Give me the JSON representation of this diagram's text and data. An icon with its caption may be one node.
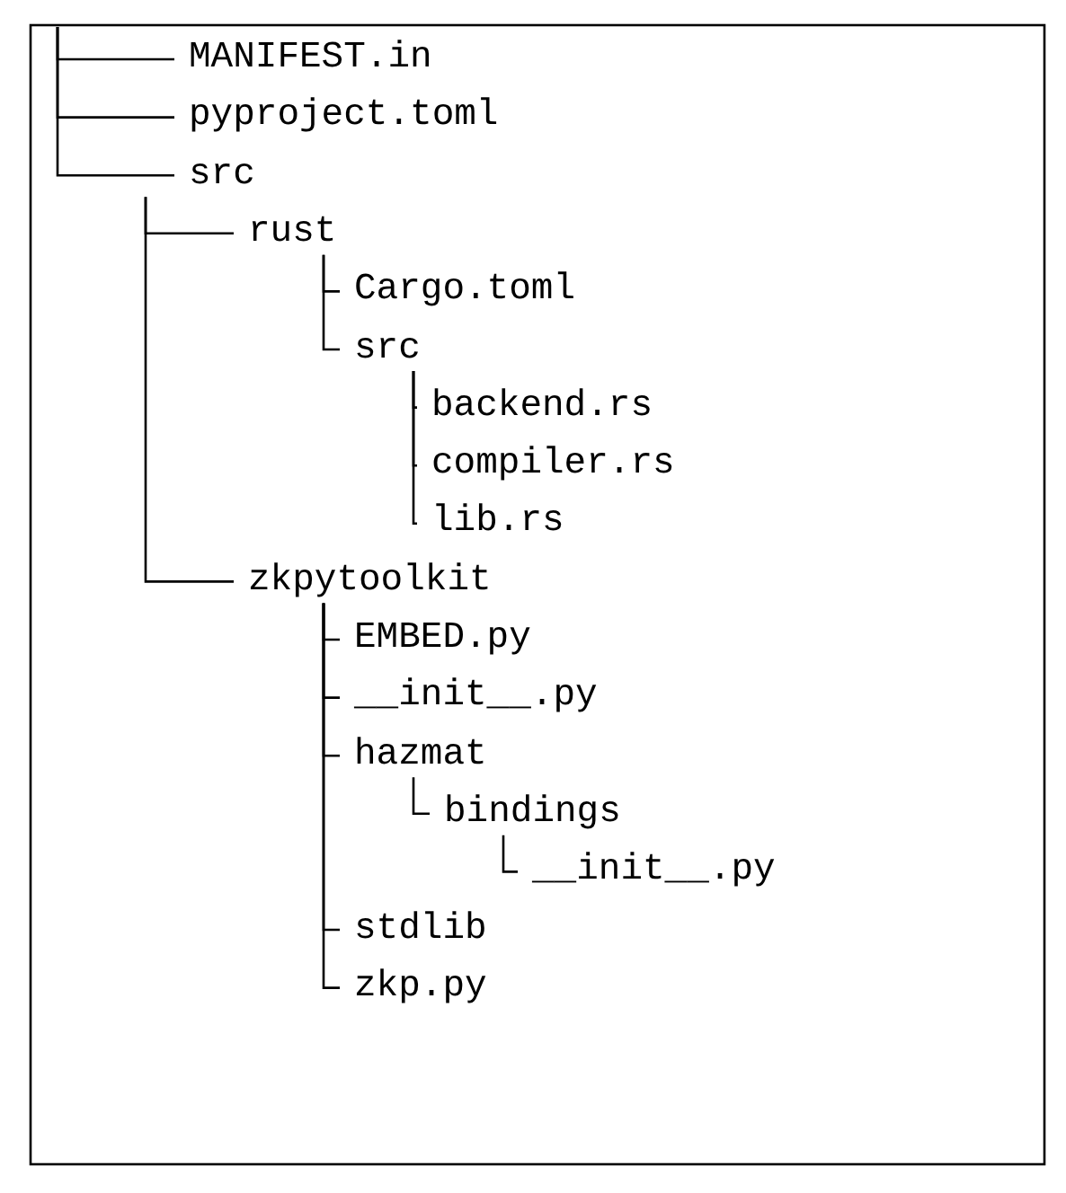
{
  "diagram": {
    "nodes": [
      {
        "text": [
          "MANIFEST.in"
        ]
      },
      {
        "text": [
          "pyproject.toml"
        ]
      },
      {
        "text": [
          "src"
        ]
      },
      {
        "text": [
          "rust"
        ]
      },
      {
        "text": [
          "Cargo.toml"
        ]
      },
      {
        "text": [
          "src"
        ]
      },
      {
        "text": [
          "backend.rs"
        ]
      },
      {
        "text": [
          "compiler.rs"
        ]
      },
      {
        "text": [
          "lib.rs"
        ]
      },
      {
        "text": [
          "zkpytoolkit"
        ]
      },
      {
        "text": [
          "EMBED.py"
        ]
      },
      {
        "text": [
          "__init__.py"
        ]
      },
      {
        "text": [
          "hazmat"
        ]
      },
      {
        "text": [
          "bindings"
        ]
      },
      {
        "text": [
          "__init__.py"
        ]
      },
      {
        "text": [
          "stdlib"
        ]
      },
      {
        "text": [
          "zkp.py"
        ]
      }
    ],
    "edges": [
      {
        "from": null,
        "to": 0,
        "arrow": "none"
      },
      {
        "from": null,
        "to": 1,
        "arrow": "none"
      },
      {
        "from": null,
        "to": 2,
        "arrow": "none"
      },
      {
        "from": 2,
        "to": 3,
        "arrow": "none"
      },
      {
        "from": 3,
        "to": 4,
        "arrow": "none"
      },
      {
        "from": 3,
        "to": 5,
        "arrow": "none"
      },
      {
        "from": 5,
        "to": 6,
        "arrow": "none"
      },
      {
        "from": 5,
        "to": 7,
        "arrow": "none"
      },
      {
        "from": 5,
        "to": 8,
        "arrow": "none"
      },
      {
        "from": 2,
        "to": 9,
        "arrow": "none"
      },
      {
        "from": 9,
        "to": 10,
        "arrow": "none"
      },
      {
        "from": 9,
        "to": 11,
        "arrow": "none"
      },
      {
        "from": 9,
        "to": 12,
        "arrow": "none"
      },
      {
        "from": 12,
        "to": 13,
        "arrow": "none"
      },
      {
        "from": 13,
        "to": 14,
        "arrow": "none"
      },
      {
        "from": 9,
        "to": 15,
        "arrow": "none"
      },
      {
        "from": 9,
        "to": 16,
        "arrow": "none"
      }
    ]
  }
}
